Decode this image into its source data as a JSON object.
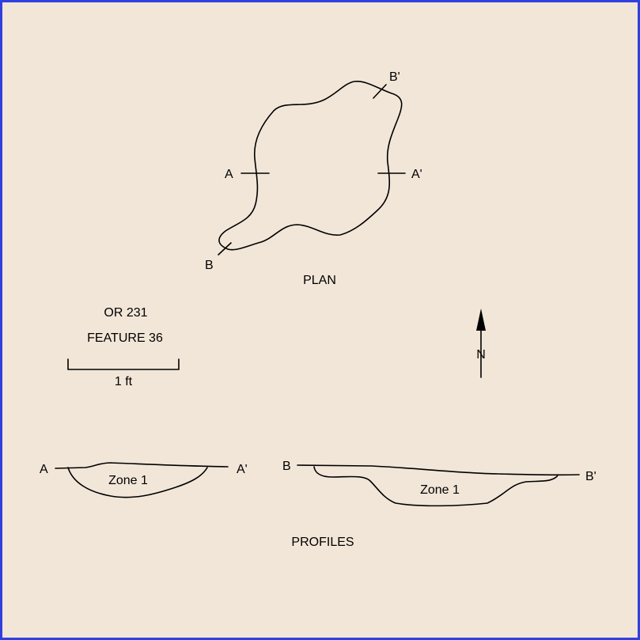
{
  "plan": {
    "label": "PLAN",
    "section_labels": {
      "a": "A",
      "a_prime": "A'",
      "b": "B",
      "b_prime": "B'"
    }
  },
  "site": {
    "site_id": "OR 231",
    "feature": "FEATURE 36"
  },
  "scale_bar": {
    "label": "1 ft"
  },
  "north_arrow": {
    "label": "N"
  },
  "profiles": {
    "label": "PROFILES",
    "profile_a": {
      "left_label": "A",
      "right_label": "A'",
      "zone_label": "Zone 1"
    },
    "profile_b": {
      "left_label": "B",
      "right_label": "B'",
      "zone_label": "Zone 1"
    }
  },
  "colors": {
    "background": "#f2e6d8",
    "border": "#2f3fe0",
    "ink": "#000000"
  }
}
